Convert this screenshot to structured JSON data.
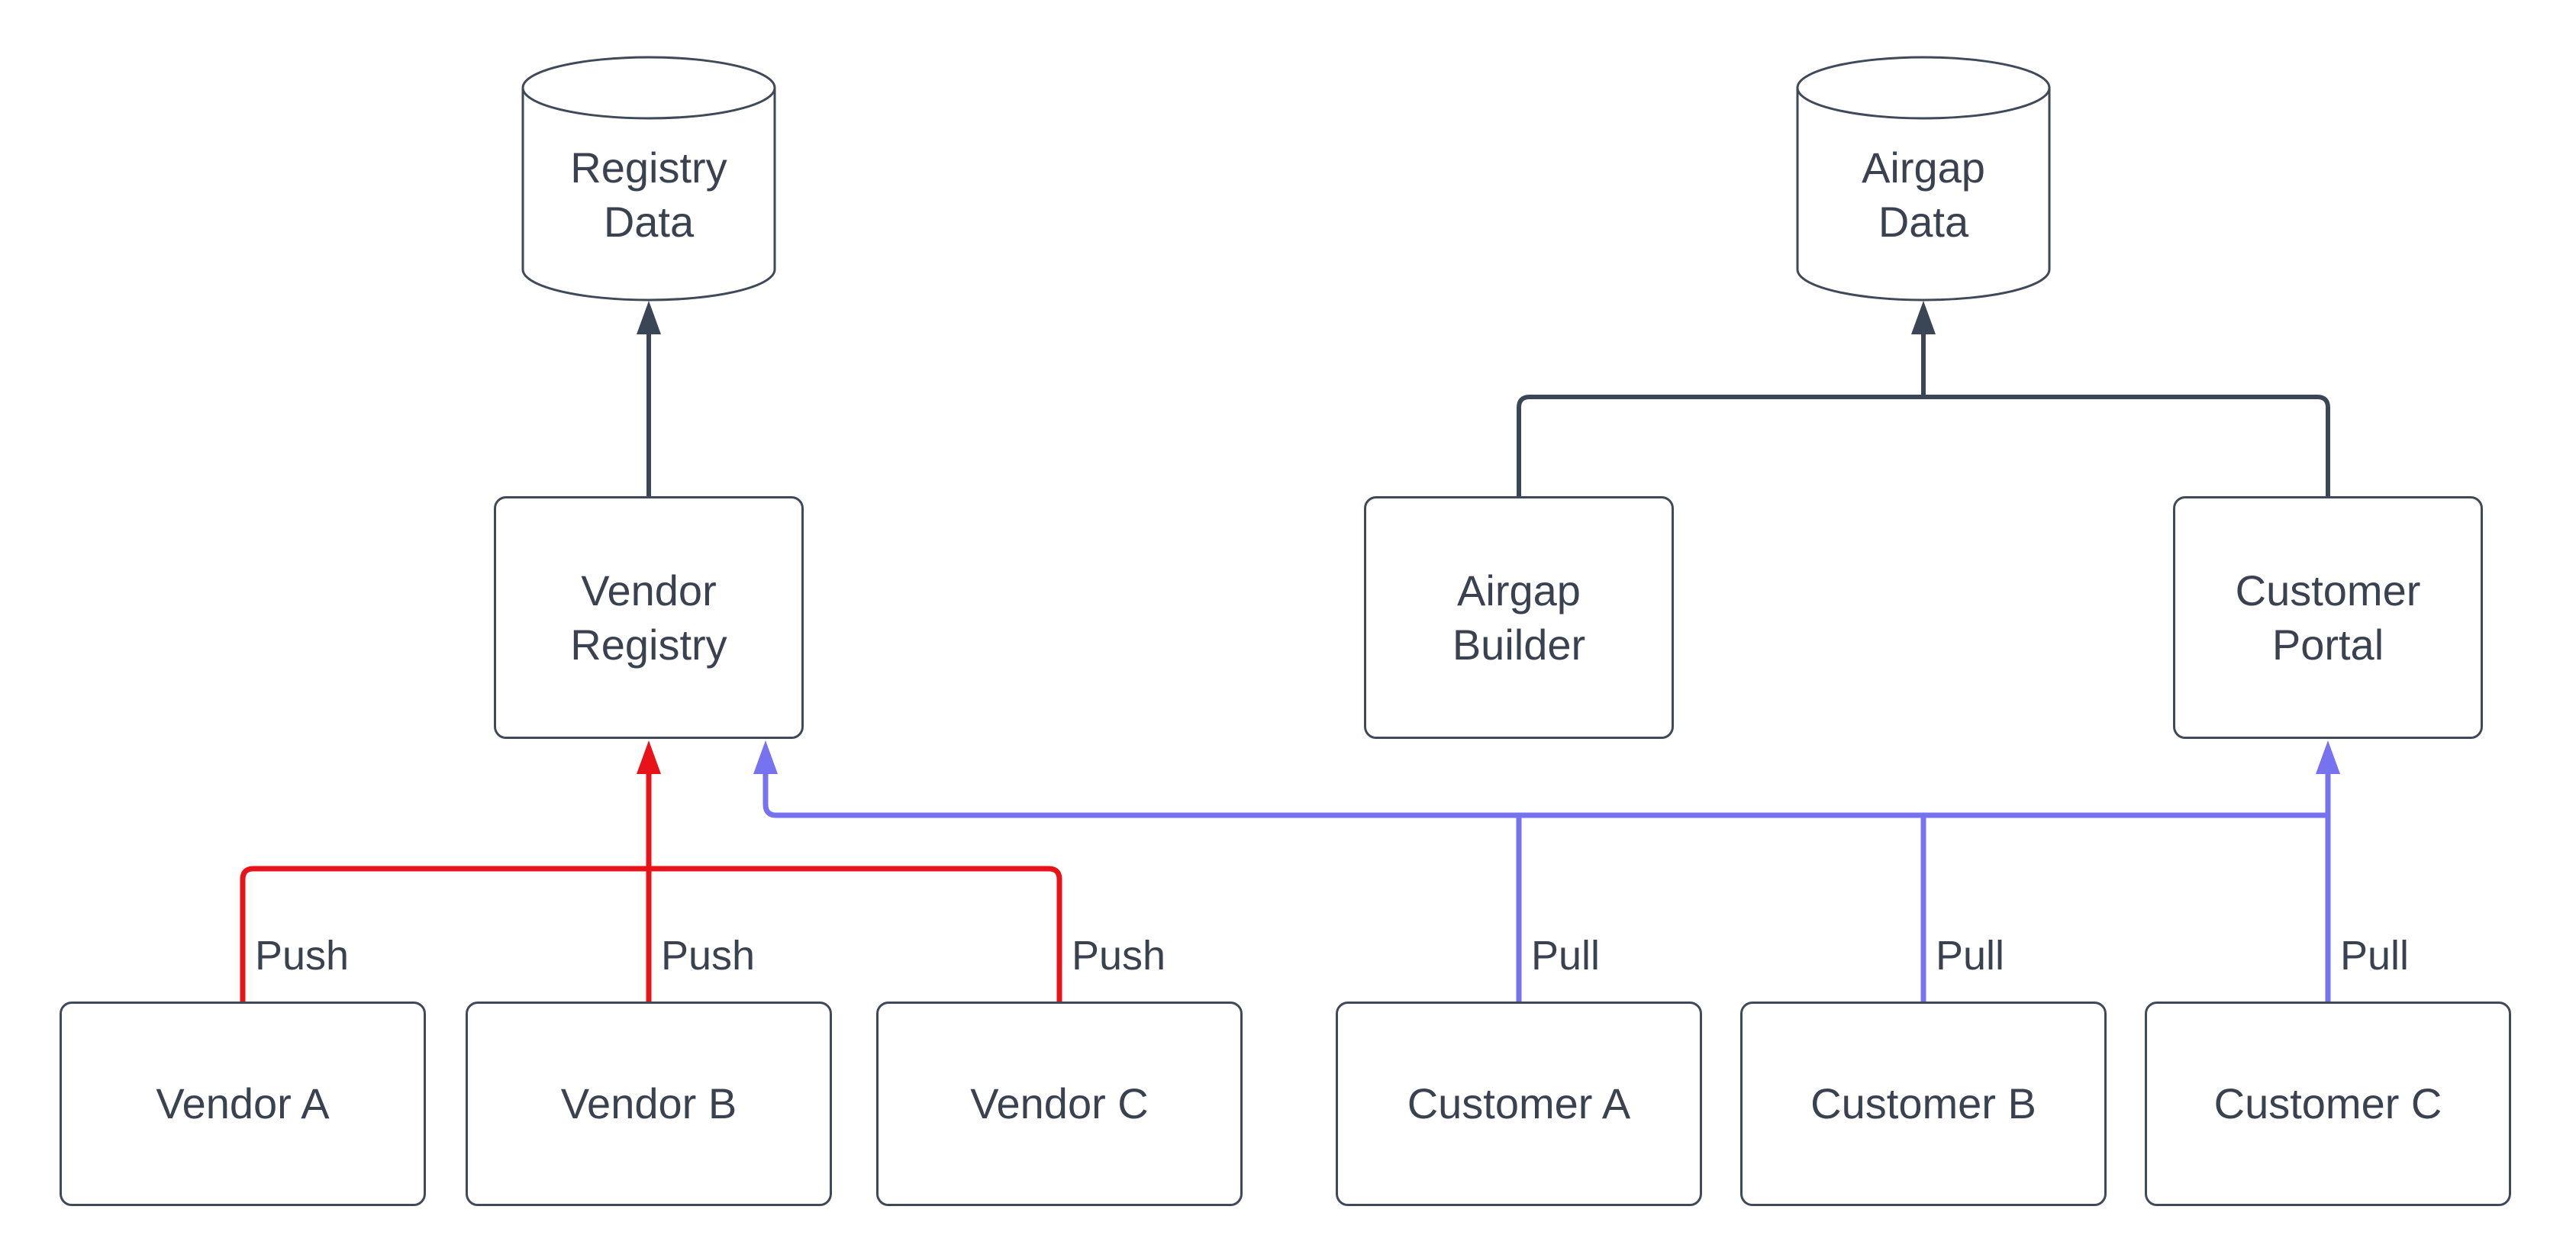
{
  "diagram": {
    "nodes": {
      "registry_data": {
        "label": "Registry\nData",
        "shape": "cylinder"
      },
      "airgap_data": {
        "label": "Airgap\nData",
        "shape": "cylinder"
      },
      "vendor_registry": {
        "label": "Vendor\nRegistry",
        "shape": "rounded-rect"
      },
      "airgap_builder": {
        "label": "Airgap\nBuilder",
        "shape": "rounded-rect"
      },
      "customer_portal": {
        "label": "Customer\nPortal",
        "shape": "rounded-rect"
      },
      "vendor_a": {
        "label": "Vendor A",
        "shape": "rounded-rect"
      },
      "vendor_b": {
        "label": "Vendor B",
        "shape": "rounded-rect"
      },
      "vendor_c": {
        "label": "Vendor C",
        "shape": "rounded-rect"
      },
      "customer_a": {
        "label": "Customer A",
        "shape": "rounded-rect"
      },
      "customer_b": {
        "label": "Customer B",
        "shape": "rounded-rect"
      },
      "customer_c": {
        "label": "Customer C",
        "shape": "rounded-rect"
      }
    },
    "edge_labels": {
      "push_a": "Push",
      "push_b": "Push",
      "push_c": "Push",
      "pull_a": "Pull",
      "pull_b": "Pull",
      "pull_c": "Pull"
    },
    "colors": {
      "background": "#ffffff",
      "node_border": "#3f4957",
      "text": "#3a424f",
      "store_flow_dark": "#3a4556",
      "push_red": "#e81219",
      "pull_blue": "#7672f0"
    }
  }
}
